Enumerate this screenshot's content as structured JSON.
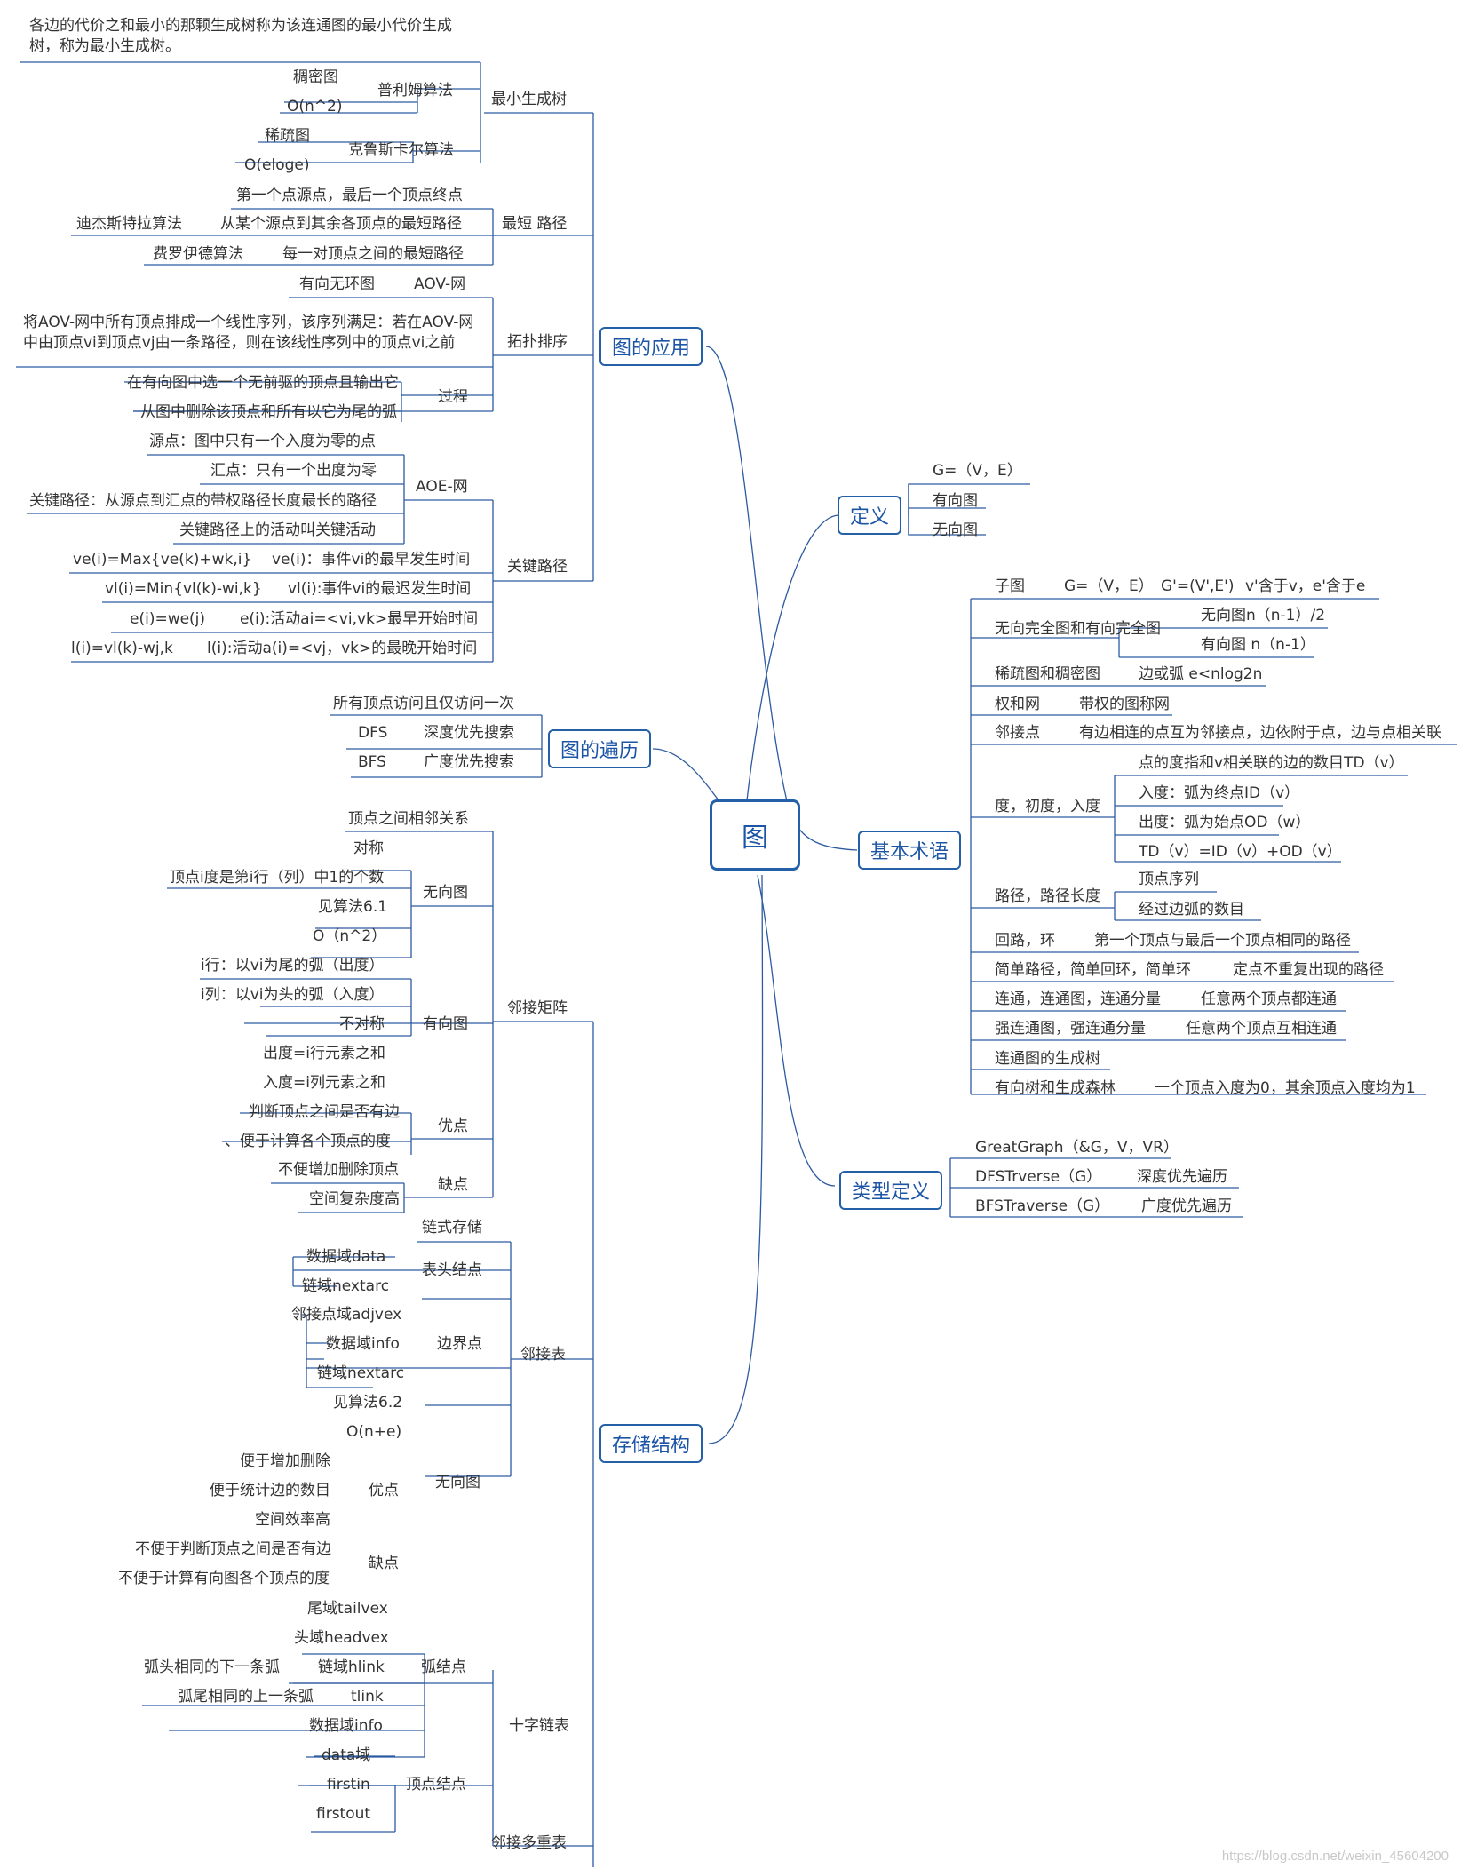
{
  "root": "图",
  "def": {
    "title": "定义",
    "g": "G=（V，E）",
    "directed": "有向图",
    "undirected": "无向图"
  },
  "terms": {
    "title": "基本术语",
    "sub1": "子图",
    "sub2": "G=（V，E）",
    "sub3": "G'=(V',E')",
    "sub4": "v'含于v，e'含于e",
    "comp": "无向完全图和有向完全图",
    "comp_u": "无向图n（n-1）/2",
    "comp_d": "有向图 n（n-1）",
    "sparse": "稀疏图和稠密图",
    "sparse_d": "边或弧 e<nlog2n",
    "weight": "权和网",
    "weight_d": "带权的图称网",
    "adj": "邻接点",
    "adj_d": "有边相连的点互为邻接点，边依附于点，边与点相关联",
    "deg": "度，初度，入度",
    "deg1": "点的度指和v相关联的边的数目TD（v）",
    "deg2": "入度：弧为终点ID（v）",
    "deg3": "出度：弧为始点OD（w）",
    "deg4": "TD（v）=ID（v）+OD（v）",
    "path": "路径，路径长度",
    "path1": "顶点序列",
    "path2": "经过边弧的数目",
    "loop": "回路，环",
    "loop_d": "第一个顶点与最后一个顶点相同的路径",
    "simple": "简单路径，简单回环，简单环",
    "simple_d": "定点不重复出现的路径",
    "conn": "连通，连通图，连通分量",
    "conn_d": "任意两个顶点都连通",
    "sconn": "强连通图，强连通分量",
    "sconn_d": "任意两个顶点互相连通",
    "span": "连通图的生成树",
    "forest": "有向树和生成森林",
    "forest_d": "一个顶点入度为0，其余顶点入度均为1"
  },
  "types": {
    "title": "类型定义",
    "t1": "GreatGraph（&G，V，VR）",
    "t2": "DFSTrverse（G）",
    "t2d": "深度优先遍历",
    "t3": "BFSTraverse（G）",
    "t3d": "广度优先遍历"
  },
  "trav": {
    "title": "图的遍历",
    "all": "所有顶点访问且仅访问一次",
    "dfs": "DFS",
    "dfs_d": "深度优先搜索",
    "bfs": "BFS",
    "bfs_d": "广度优先搜索"
  },
  "app": {
    "title": "图的应用",
    "mst": "最小生成树",
    "mst_def": "各边的代价之和最小的那颗生成树称为该连通图的最小代价生成树，称为最小生成树。",
    "prim": "普利姆算法",
    "prim1": "稠密图",
    "prim2": "O(n^2)",
    "krus": "克鲁斯卡尔算法",
    "krus1": "稀疏图",
    "krus2": "O(eloge)",
    "sp": "最短 路径",
    "sp1": "第一个点源点，最后一个顶点终点",
    "sp2": "从某个源点到其余各顶点的最短路径",
    "sp2a": "迪杰斯特拉算法",
    "sp3": "每一对顶点之间的最短路径",
    "sp3a": "费罗伊德算法",
    "topo": "拓扑排序",
    "aov": "AOV-网",
    "aov1": "有向无环图",
    "topo_def": "将AOV-网中所有顶点排成一个线性序列，该序列满足：若在AOV-网中由顶点vi到顶点vj由一条路径，则在该线性序列中的顶点vi之前",
    "proc": "过程",
    "proc1": "在有向图中选一个无前驱的顶点且输出它",
    "proc2": "从图中删除该顶点和所有以它为尾的弧",
    "crit": "关键路径",
    "aoe": "AOE-网",
    "aoe1": "源点：图中只有一个入度为零的点",
    "aoe2": "汇点：只有一个出度为零",
    "aoe3": "关键路径：从源点到汇点的带权路径长度最长的路径",
    "aoe4": "关键路径上的活动叫关键活动",
    "ve": "ve(i)：事件vi的最早发生时间",
    "ve_f": "ve(i)=Max{ve(k)+wk,i}",
    "vl": "vl(i):事件vi的最迟发生时间",
    "vl_f": "vl(i)=Min{vl(k)-wi,k}",
    "e": "e(i):活动ai=<vi,vk>最早开始时间",
    "e_f": "e(i)=we(j)",
    "l": "l(i):活动a(i)=<vj，vk>的最晚开始时间",
    "l_f": "l(i)=vl(k)-wj,k"
  },
  "store": {
    "title": "存储结构",
    "matrix": "邻接矩阵",
    "m_rel": "顶点之间相邻关系",
    "m_u": "无向图",
    "m_u1": "对称",
    "m_u2": "顶点i度是第i行（列）中1的个数",
    "m_u3": "见算法6.1",
    "m_u4": "O（n^2）",
    "m_d": "有向图",
    "m_d1": "i行：以vi为尾的弧（出度）",
    "m_d2": "i列：以vi为头的弧（入度）",
    "m_d3": "不对称",
    "m_d4": "出度=i行元素之和",
    "m_d5": "入度=i列元素之和",
    "m_adv": "优点",
    "m_adv1": "判断顶点之间是否有边",
    "m_adv2": "、便于计算各个顶点的度",
    "m_dis": "缺点",
    "m_dis1": "不便增加删除顶点",
    "m_dis2": "空间复杂度高",
    "list": "邻接表",
    "l_chain": "链式存储",
    "l_head": "表头结点",
    "l_head1": "数据域data",
    "l_head2": "链域nextarc",
    "l_edge": "边界点",
    "l_edge1": "邻接点域adjvex",
    "l_edge2": "数据域info",
    "l_edge3": "链域nextarc",
    "l_u": "无向图",
    "l_u1": "见算法6.2",
    "l_u2": "O(n+e)",
    "l_adv": "优点",
    "l_adv1": "便于增加删除",
    "l_adv2": "便于统计边的数目",
    "l_adv3": "空间效率高",
    "l_dis": "缺点",
    "l_dis1": "不便于判断顶点之间是否有边",
    "l_dis2": "不便于计算有向图各个顶点的度",
    "cross": "十字链表",
    "c_arc": "弧结点",
    "c_arc1": "尾域tailvex",
    "c_arc2": "头域headvex",
    "c_arc3": "链域hlink",
    "c_arc3d": "弧头相同的下一条弧",
    "c_arc4": "tlink",
    "c_arc4d": "弧尾相同的上一条弧",
    "c_arc5": "数据域info",
    "c_vtx": "顶点结点",
    "c_vtx1": "data域",
    "c_vtx2": "firstin",
    "c_vtx3": "firstout",
    "multi": "邻接多重表"
  },
  "watermark": "https://blog.csdn.net/weixin_45604200"
}
